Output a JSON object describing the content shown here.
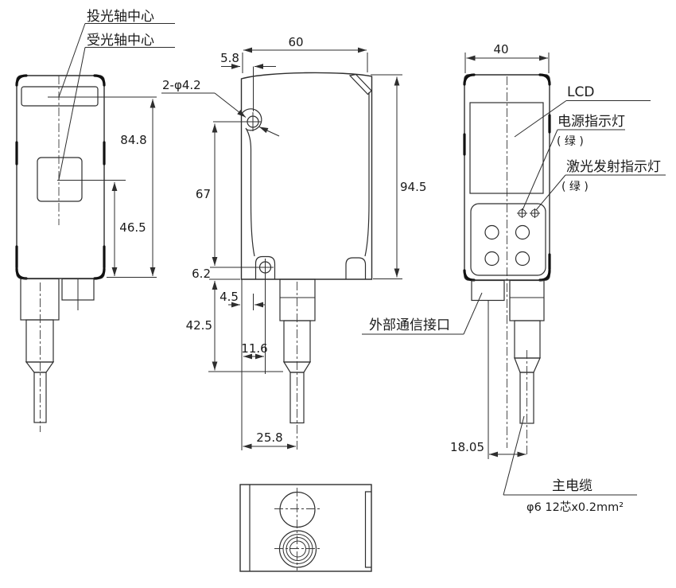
{
  "labels": {
    "emitter_axis": "投光轴中心",
    "receiver_axis": "受光轴中心",
    "mounting_holes": "2-φ4.2",
    "lcd": "LCD",
    "power_led": "电源指示灯",
    "power_led_note": "( 绿 )",
    "laser_led": "激光发射指示灯",
    "laser_led_note": "( 绿 )",
    "comm_port": "外部通信接口",
    "main_cable": "主电缆",
    "main_cable_spec": "φ6 12芯x0.2mm²"
  },
  "dims": {
    "d84_8": "84.8",
    "d46_5": "46.5",
    "d60": "60",
    "d5_8": "5.8",
    "d94_5": "94.5",
    "d67": "67",
    "d6_2": "6.2",
    "d4_5": "4.5",
    "d42_5": "42.5",
    "d11_6": "11.6",
    "d25_8": "25.8",
    "d40": "40",
    "d18_05": "18.05"
  },
  "colors": {
    "line": "#2e2e2e",
    "text": "#1a1a1a",
    "background": "#ffffff"
  }
}
